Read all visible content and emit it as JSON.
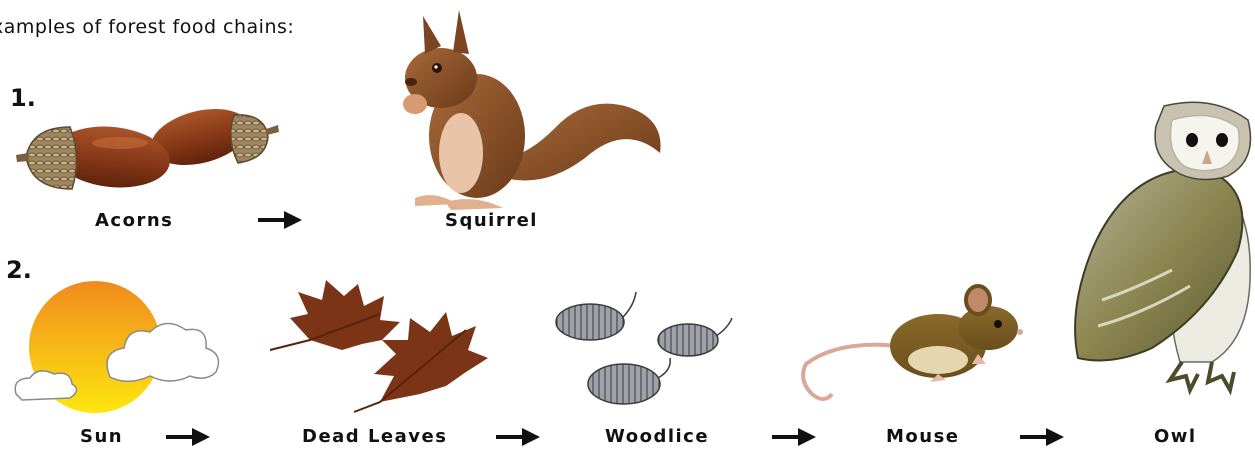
{
  "heading": "xamples of forest food chains:",
  "chains": [
    {
      "number": "1.",
      "items": [
        {
          "name": "Acorns",
          "icon": "acorns-icon"
        },
        {
          "name": "Squirrel",
          "icon": "squirrel-icon"
        }
      ]
    },
    {
      "number": "2.",
      "items": [
        {
          "name": "Sun",
          "icon": "sun-with-clouds-icon"
        },
        {
          "name": "Dead Leaves",
          "icon": "dead-leaves-icon"
        },
        {
          "name": "Woodlice",
          "icon": "woodlice-icon"
        },
        {
          "name": "Mouse",
          "icon": "mouse-icon"
        },
        {
          "name": "Owl",
          "icon": "barn-owl-icon"
        }
      ]
    }
  ],
  "arrow_icon": "right-arrow-icon"
}
